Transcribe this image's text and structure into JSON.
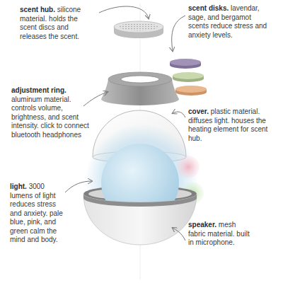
{
  "diagram": {
    "labels": [
      "scent hub.",
      "silicone material. holds the scent discs and releases the scent.",
      "scent disks.",
      "lavendar, sage, and bergamot scents reduce stress and anxiety levels.",
      "adjustment ring.",
      "aluminum material. controls volume, brightness, and scent intensity. click to connect bluetooth headphones",
      "cover.",
      "plastic material. diffuses light. houses the heating element for scent hub.",
      "light.",
      "3000 lumens of light reduces stress and anxiety. pale blue, pink, and green calm the mind and body.",
      "speaker.",
      "mesh fabric material. built in microphone."
    ]
  }
}
